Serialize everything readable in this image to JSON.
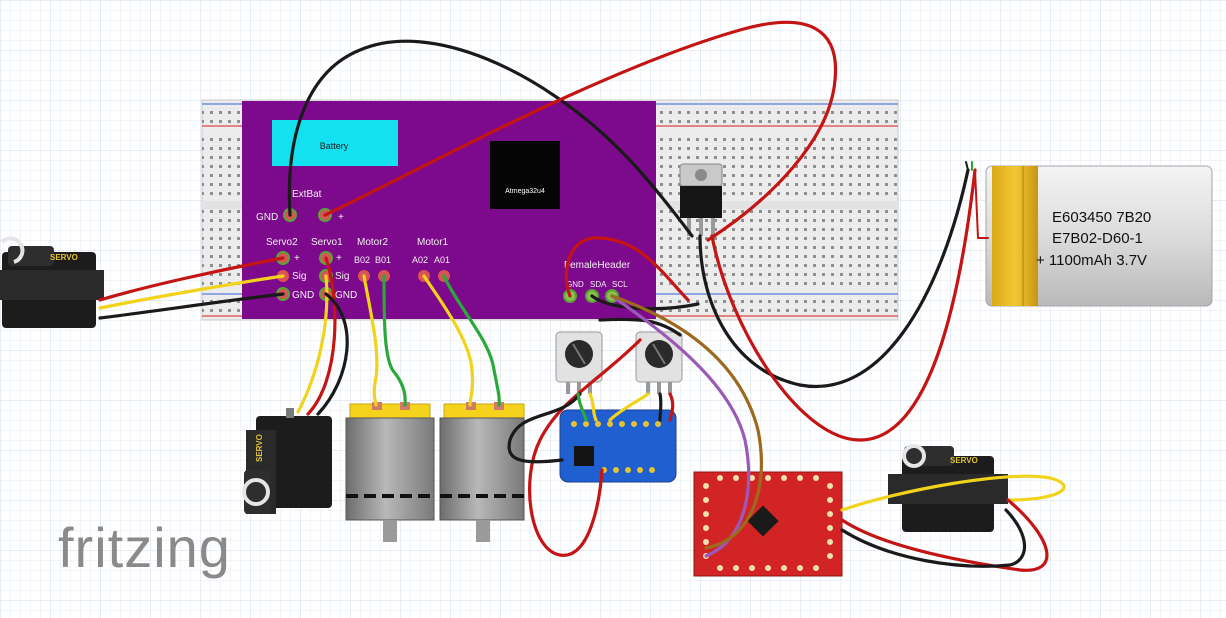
{
  "board": {
    "battery_label": "Battery",
    "mcu_label": "Atmega32u4",
    "extbat_label": "ExtBat",
    "extbat_gnd": "GND",
    "extbat_plus": "+",
    "servo2_label": "Servo2",
    "servo1_label": "Servo1",
    "servo2_plus": "+",
    "servo2_sig": "Sig",
    "servo2_gnd": "GND",
    "servo1_plus": "+",
    "servo1_sig": "Sig",
    "servo1_gnd": "GND",
    "motor2_label": "Motor2",
    "motor2_b02": "B02",
    "motor2_b01": "B01",
    "motor1_label": "Motor1",
    "motor1_a02": "A02",
    "motor1_a01": "A01",
    "header_label": "FemaleHeader",
    "header_gnd": "GND",
    "header_sda": "SDA",
    "header_scl": "SCL"
  },
  "lipo": {
    "line1": "E603450 7B20",
    "line2": "E7B02-D60-1",
    "line3": "+ 1100mAh 3.7V"
  },
  "servo_label": "SERVO",
  "brand": "fritzing",
  "colors": {
    "board": "#7d0a8c",
    "battery": "#13e1f0",
    "wire_red": "#c41414",
    "wire_black": "#1a1a1a",
    "wire_yellow": "#f2d21a",
    "wire_green": "#2aa83a",
    "wire_purple": "#9b59b6",
    "wire_brown": "#9c6a1e",
    "breakout_blue": "#1f5fd0",
    "breakout_red": "#d22424",
    "motor_yellow": "#f5d21c",
    "brand_gray": "#8a8a8a"
  }
}
